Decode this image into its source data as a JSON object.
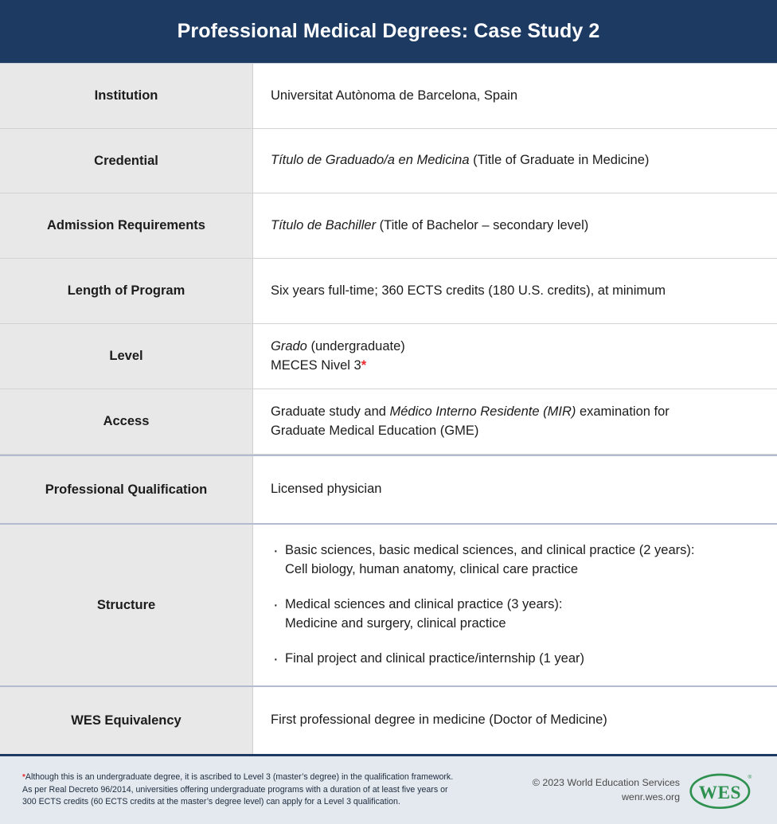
{
  "header": {
    "title": "Professional Medical Degrees: Case Study 2",
    "background_color": "#1d3a63",
    "text_color": "#ffffff"
  },
  "table": {
    "rows": [
      {
        "label": "Institution",
        "value": "Universitat Autònoma de Barcelona, Spain"
      },
      {
        "label": "Credential",
        "value_italic": "Título de Graduado/a en Medicina",
        "value_rest": " (Title of Graduate in Medicine)"
      },
      {
        "label": "Admission Requirements",
        "value_italic": "Título de Bachiller",
        "value_rest": " (Title of Bachelor – secondary level)"
      },
      {
        "label": "Length of Program",
        "value": "Six years full-time; 360 ECTS credits (180 U.S. credits), at minimum"
      },
      {
        "label": "Level",
        "line1_italic": "Grado",
        "line1_rest": " (undergraduate)",
        "line2": "MECES Nivel 3",
        "line2_marker": "*"
      },
      {
        "label": "Access",
        "line1_pre": "Graduate study and ",
        "line1_italic": "Médico Interno Residente (MIR)",
        "line1_post": " examination for",
        "line2": "Graduate Medical Education (GME)"
      },
      {
        "label": "Professional Qualification",
        "value": "Licensed physician"
      },
      {
        "label": "Structure",
        "bullets": [
          "Basic sciences, basic medical sciences, and clinical practice (2 years):\nCell biology, human anatomy, clinical care practice",
          "Medical sciences and clinical practice (3 years):\nMedicine and surgery, clinical practice",
          "Final project and clinical practice/internship (1 year)"
        ]
      },
      {
        "label": "WES Equivalency",
        "value": "First professional degree in medicine (Doctor of Medicine)"
      }
    ]
  },
  "footer": {
    "footnote_marker": "*",
    "footnote_line1": "Although this is an undergraduate degree, it is ascribed to Level 3 (master’s degree) in the qualification framework.",
    "footnote_line2": "As per Real Decreto 96/2014, universities offering undergraduate programs with a duration of at least five years or",
    "footnote_line3": "300 ECTS credits (60 ECTS credits at the master’s degree level) can apply for a Level 3 qualification.",
    "copyright_line1": "© 2023 World Education Services",
    "copyright_line2": "wenr.wes.org",
    "logo_text": "WES",
    "logo_registered": "®",
    "logo_color": "#2e9150",
    "background_color": "#e4e9ef",
    "accent_color": "#1d3a63",
    "marker_color": "#e8262c"
  }
}
